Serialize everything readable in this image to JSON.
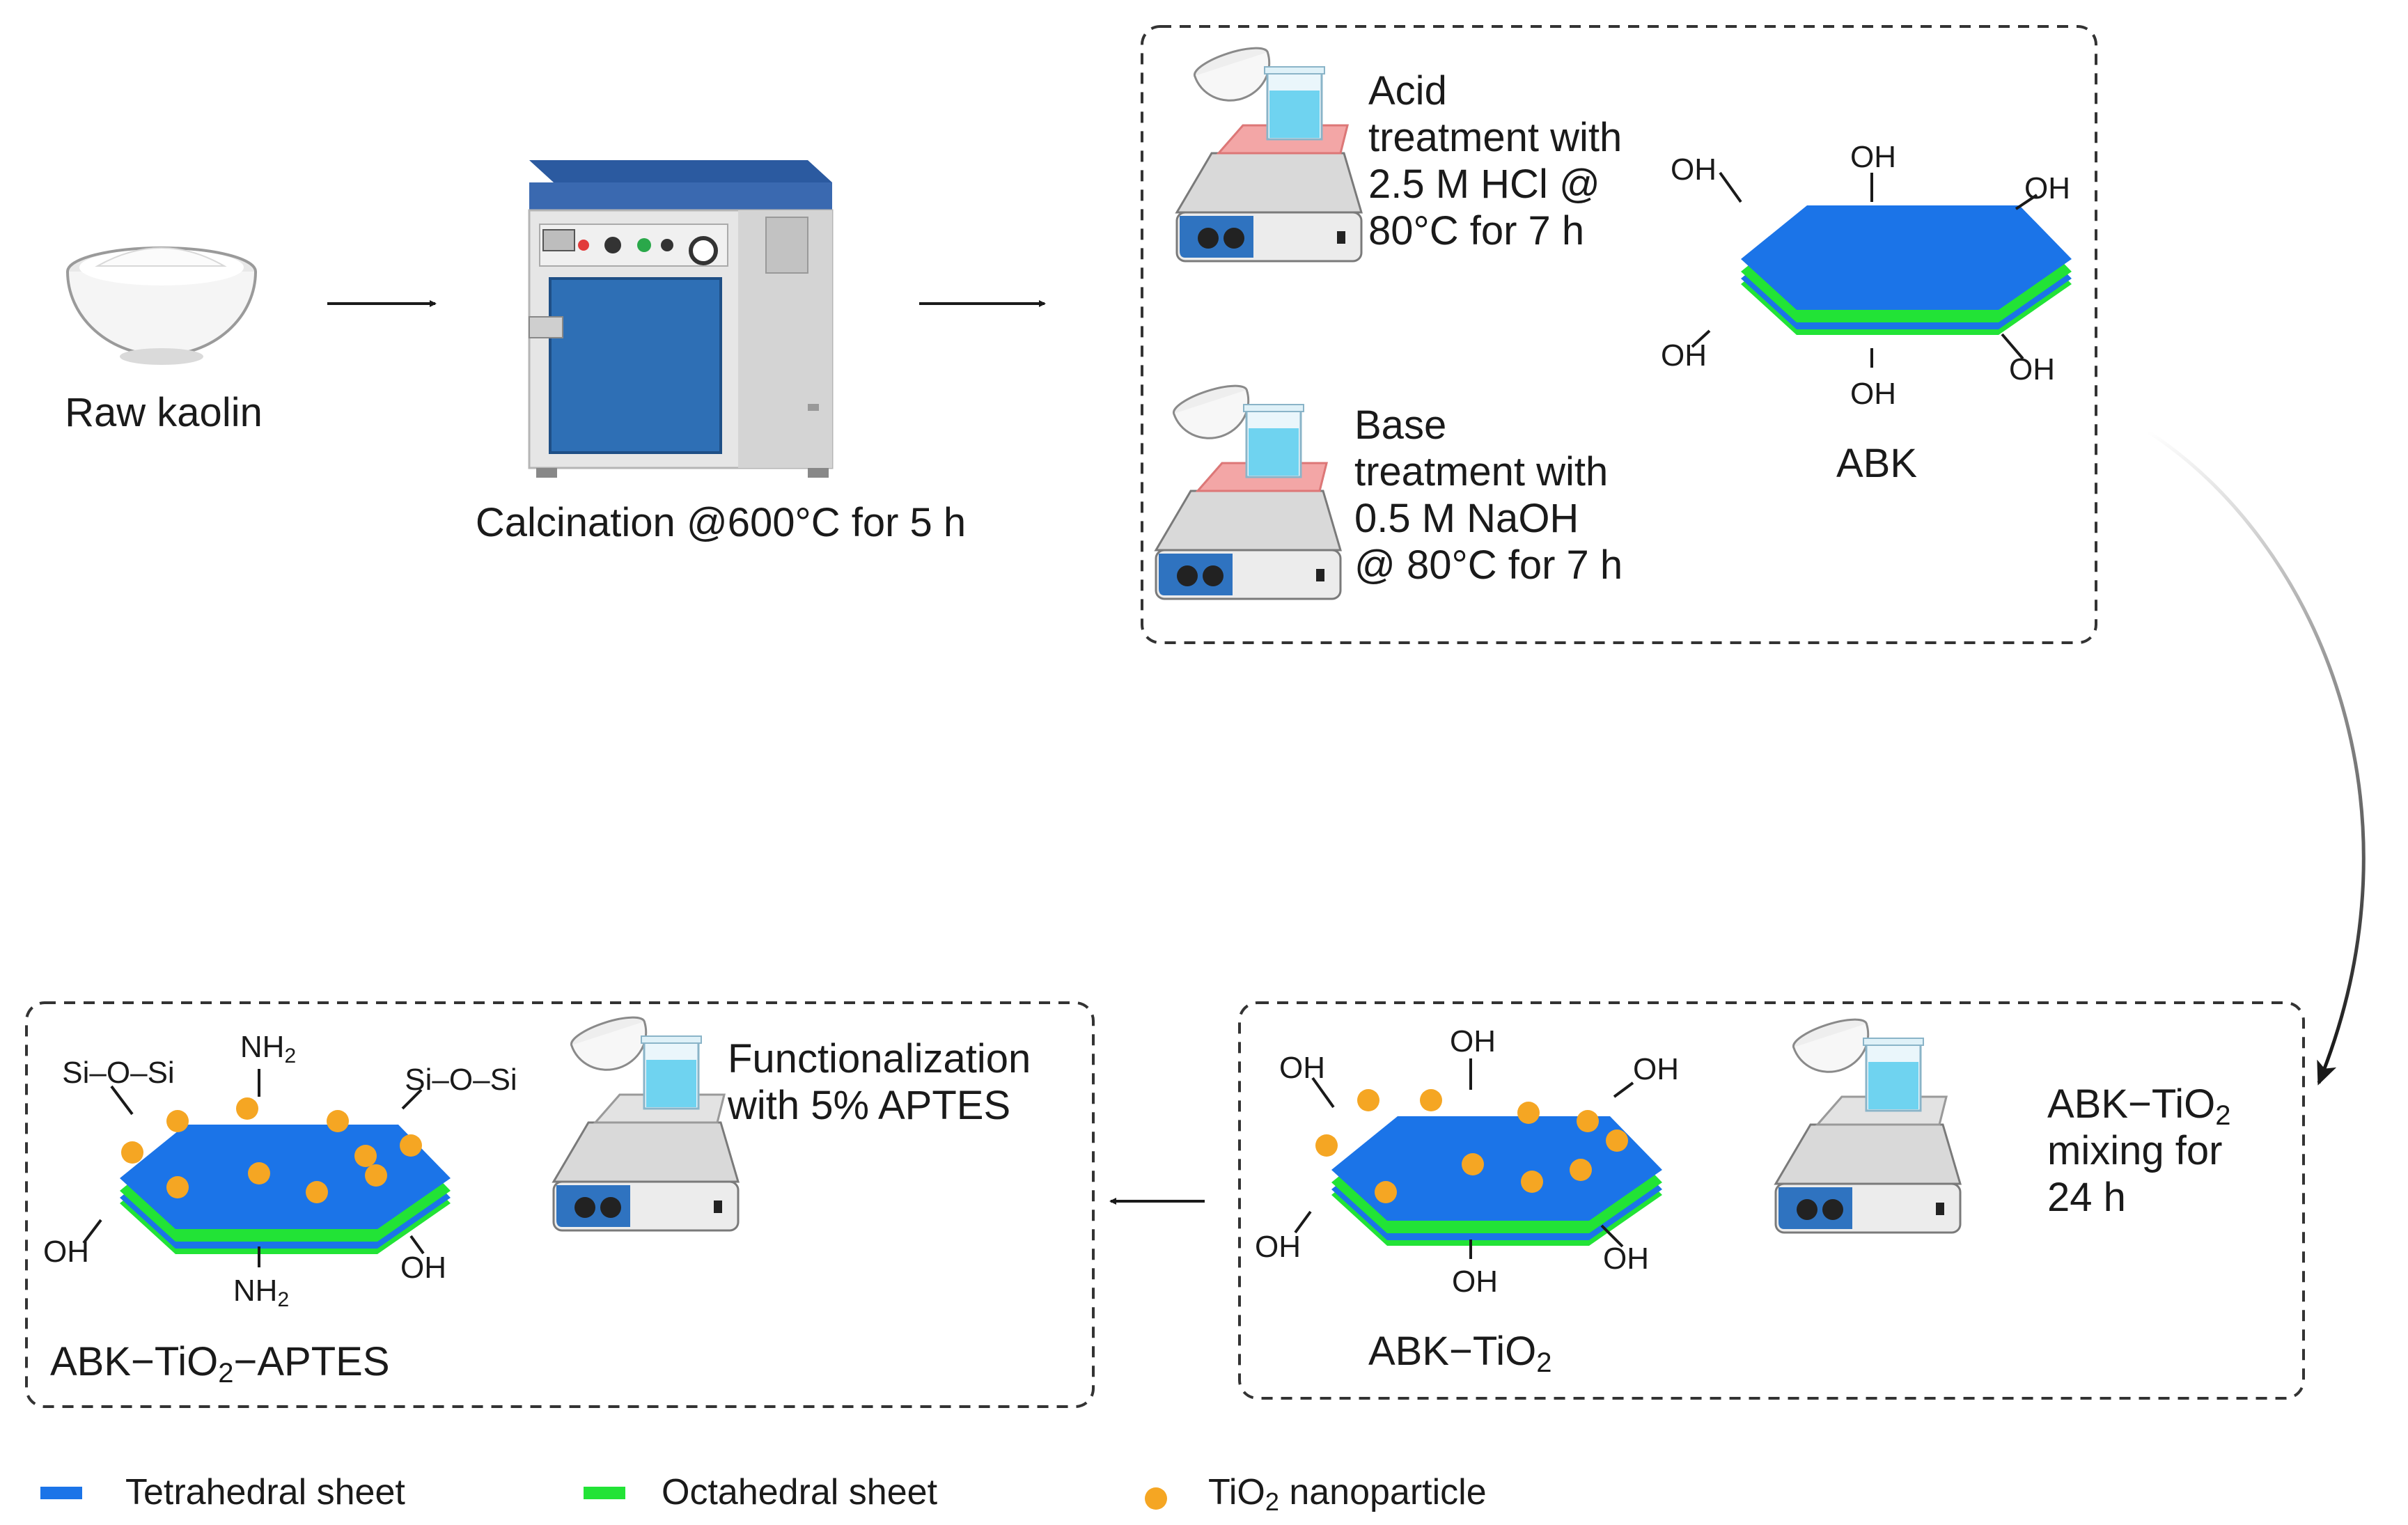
{
  "colors": {
    "tetrahedral": "#1b74e8",
    "octahedral": "#22e336",
    "tio2": "#f5a623",
    "oven_blue": "#2e6fb5",
    "hot_plate_pad": "#f3a6a6",
    "arrow": "#1a1a1a"
  },
  "steps": {
    "raw": {
      "label": "Raw kaolin"
    },
    "calcination": {
      "label": "Calcination @600°C for 5 h"
    },
    "acid": {
      "lines": [
        "Acid",
        "treatment with",
        "2.5 M HCl  @",
        "80°C for 7 h"
      ]
    },
    "base": {
      "lines": [
        "Base",
        "treatment with",
        "0.5 M NaOH",
        "@ 80°C for 7 h"
      ]
    },
    "abk": {
      "label": "ABK",
      "oh": "OH"
    },
    "mixing": {
      "line1_main": "ABK−TiO",
      "line1_sub": "2",
      "line2": "mixing for",
      "line3": "24 h"
    },
    "abk_tio2": {
      "main": "ABK−TiO",
      "sub": "2"
    },
    "functionalization": {
      "lines": [
        "Functionalization",
        "with 5% APTES"
      ]
    },
    "final": {
      "part1": "ABK−TiO",
      "sub": "2",
      "part2": "−APTES"
    },
    "final_groups": {
      "nh2_main": "NH",
      "nh2_sub": "2",
      "sios": "Si–O–Si",
      "oh": "OH"
    }
  },
  "legend": {
    "tetrahedral": "Tetrahedral sheet",
    "octahedral": "Octahedral sheet",
    "tio2_main": "TiO",
    "tio2_sub": "2",
    "tio2_rest": " nanoparticle"
  }
}
